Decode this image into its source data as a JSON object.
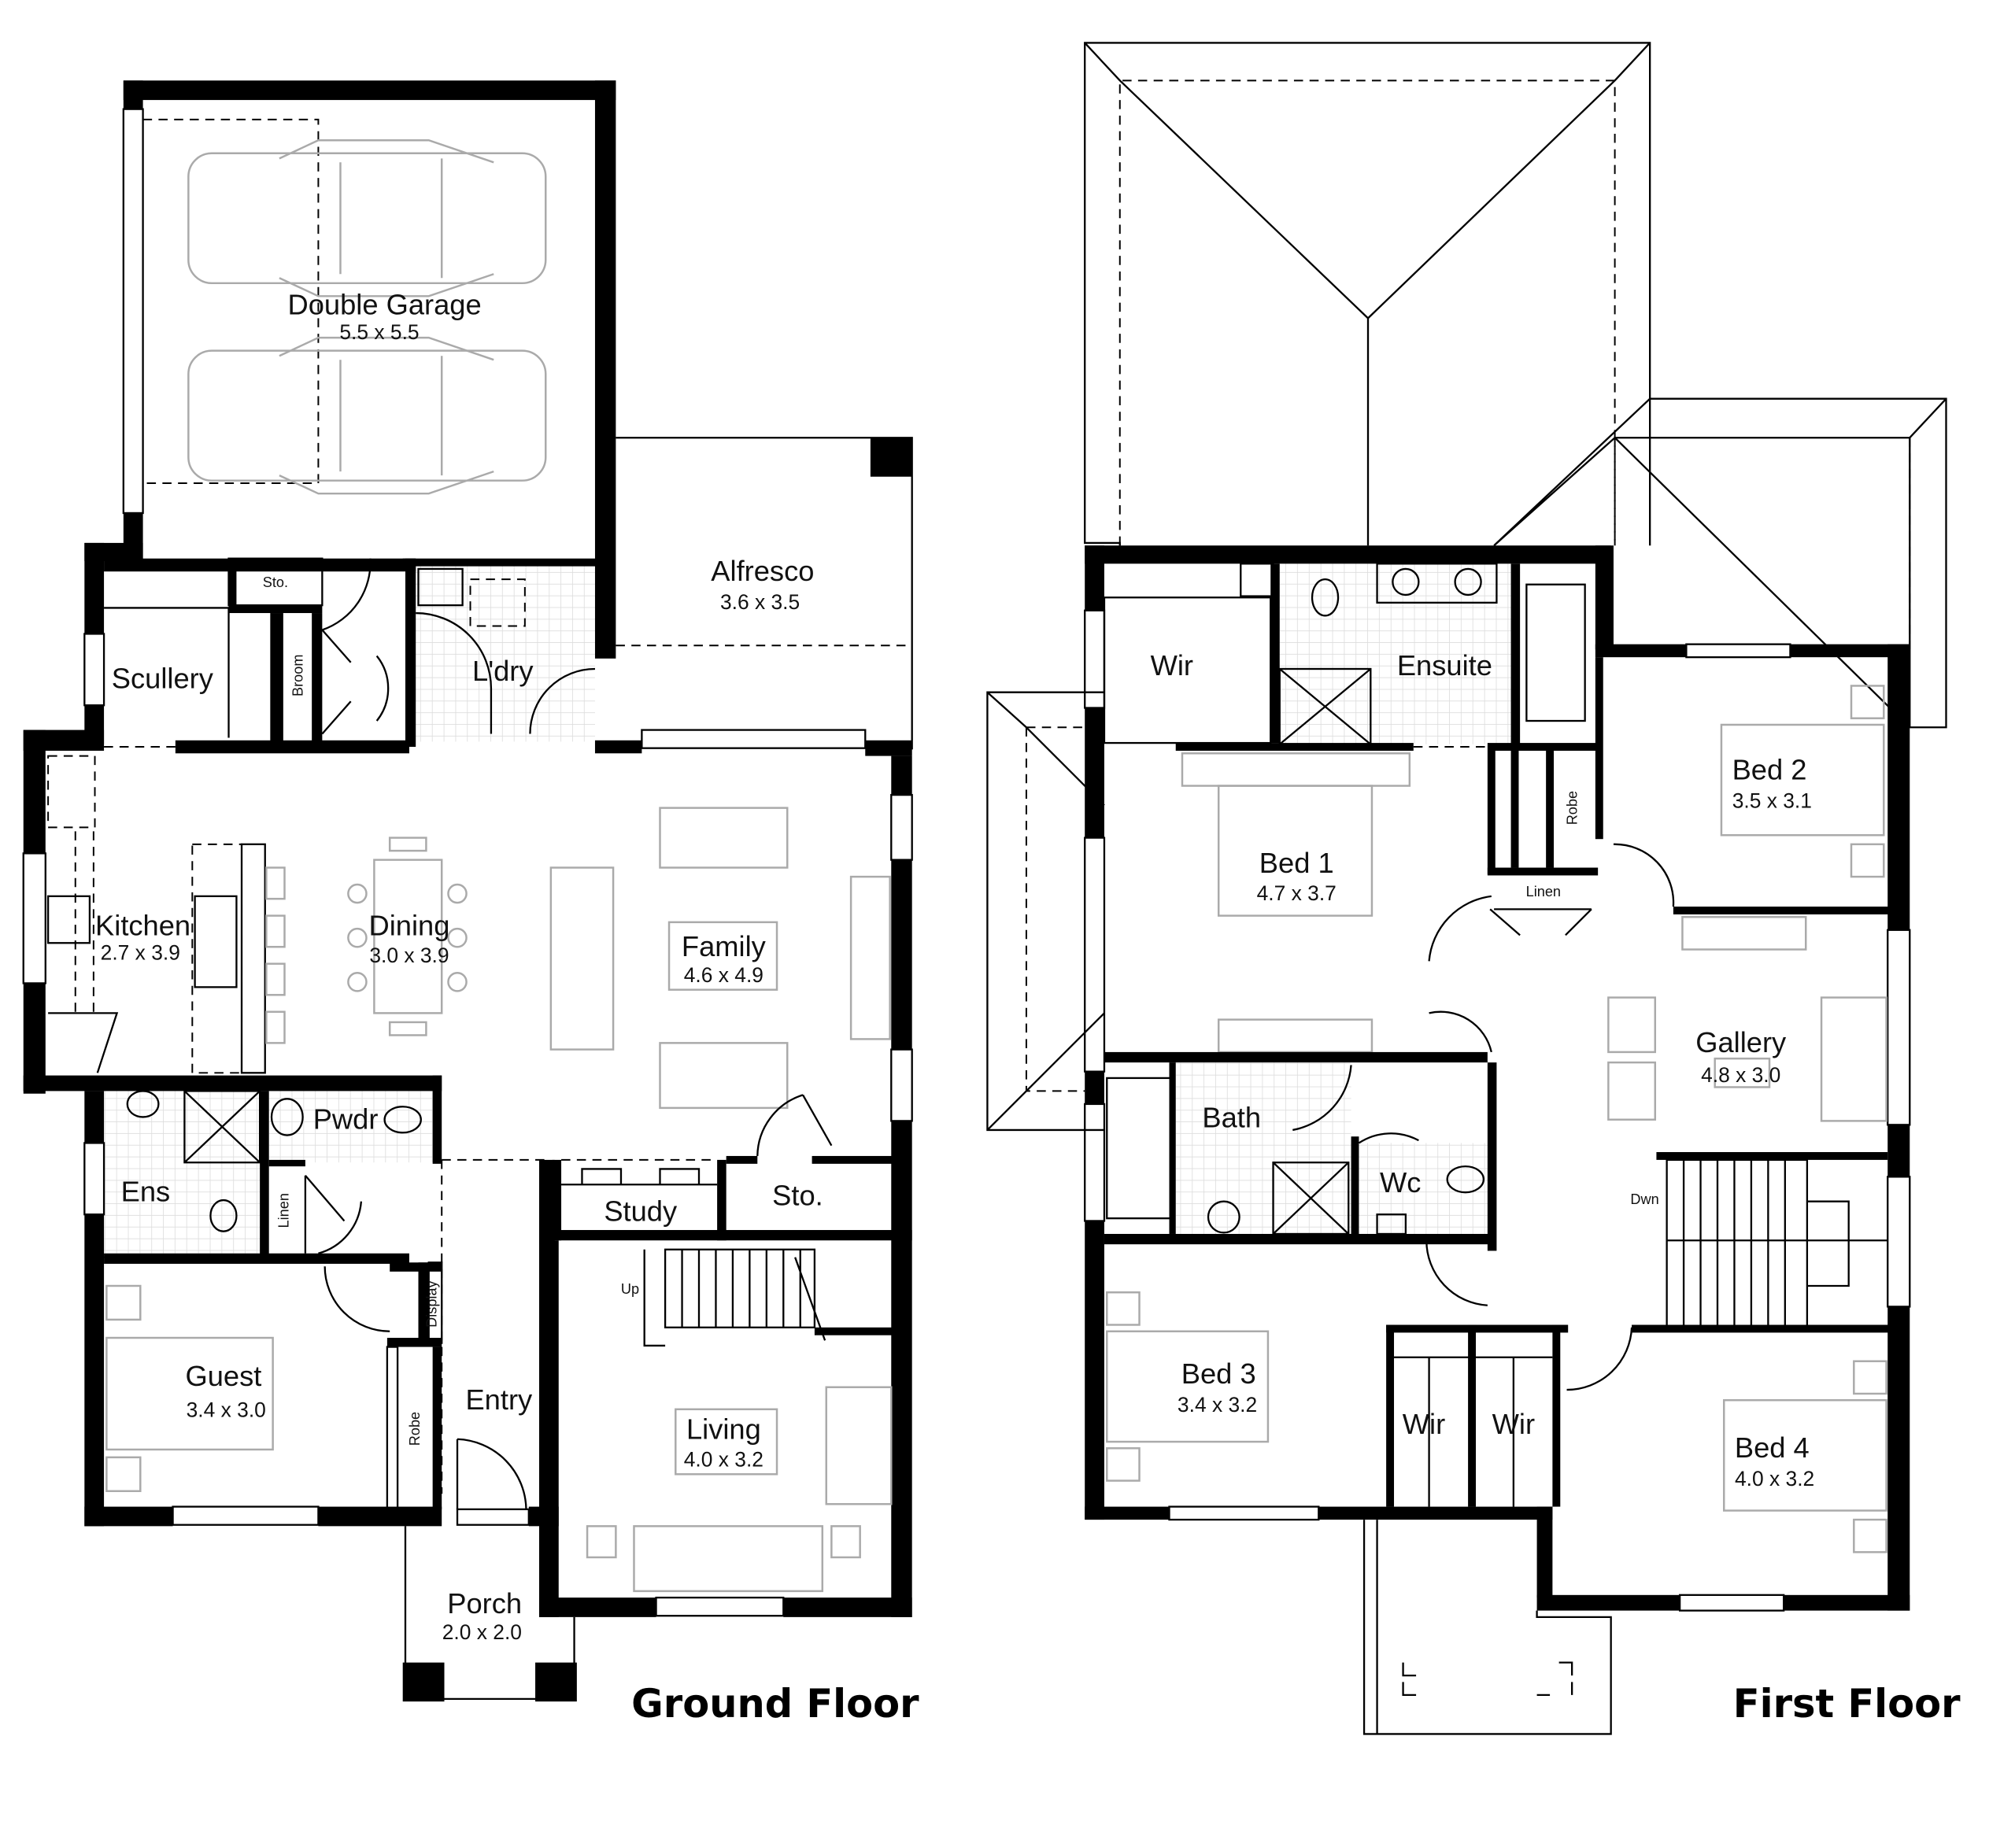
{
  "ground_floor": {
    "title": "Ground Floor",
    "rooms": [
      {
        "name": "Double Garage",
        "size": "5.5 x 5.5"
      },
      {
        "name": "Alfresco",
        "size": "3.6 x 3.5"
      },
      {
        "name": "Scullery"
      },
      {
        "name": "Sto."
      },
      {
        "name": "Broom"
      },
      {
        "name": "L'dry"
      },
      {
        "name": "Kitchen",
        "size": "2.7 x 3.9"
      },
      {
        "name": "Dining",
        "size": "3.0 x 3.9"
      },
      {
        "name": "Family",
        "size": "4.6 x 4.9"
      },
      {
        "name": "Ens"
      },
      {
        "name": "Pwdr"
      },
      {
        "name": "Linen"
      },
      {
        "name": "Study"
      },
      {
        "name": "Sto."
      },
      {
        "name": "Up"
      },
      {
        "name": "Display"
      },
      {
        "name": "Guest",
        "size": "3.4 x 3.0"
      },
      {
        "name": "Robe"
      },
      {
        "name": "Entry"
      },
      {
        "name": "Living",
        "size": "4.0 x 3.2"
      },
      {
        "name": "Porch",
        "size": "2.0 x 2.0"
      }
    ]
  },
  "first_floor": {
    "title": "First Floor",
    "rooms": [
      {
        "name": "Wir"
      },
      {
        "name": "Ensuite"
      },
      {
        "name": "Bed 1",
        "size": "4.7 x 3.7"
      },
      {
        "name": "Robe"
      },
      {
        "name": "Linen"
      },
      {
        "name": "Bed 2",
        "size": "3.5 x 3.1"
      },
      {
        "name": "Gallery",
        "size": "4.8 x 3.0"
      },
      {
        "name": "Bath"
      },
      {
        "name": "Wc"
      },
      {
        "name": "Dwn"
      },
      {
        "name": "Bed 3",
        "size": "3.4 x 3.2"
      },
      {
        "name": "Wir"
      },
      {
        "name": "Wir"
      },
      {
        "name": "Bed 4",
        "size": "4.0 x 3.2"
      }
    ]
  }
}
